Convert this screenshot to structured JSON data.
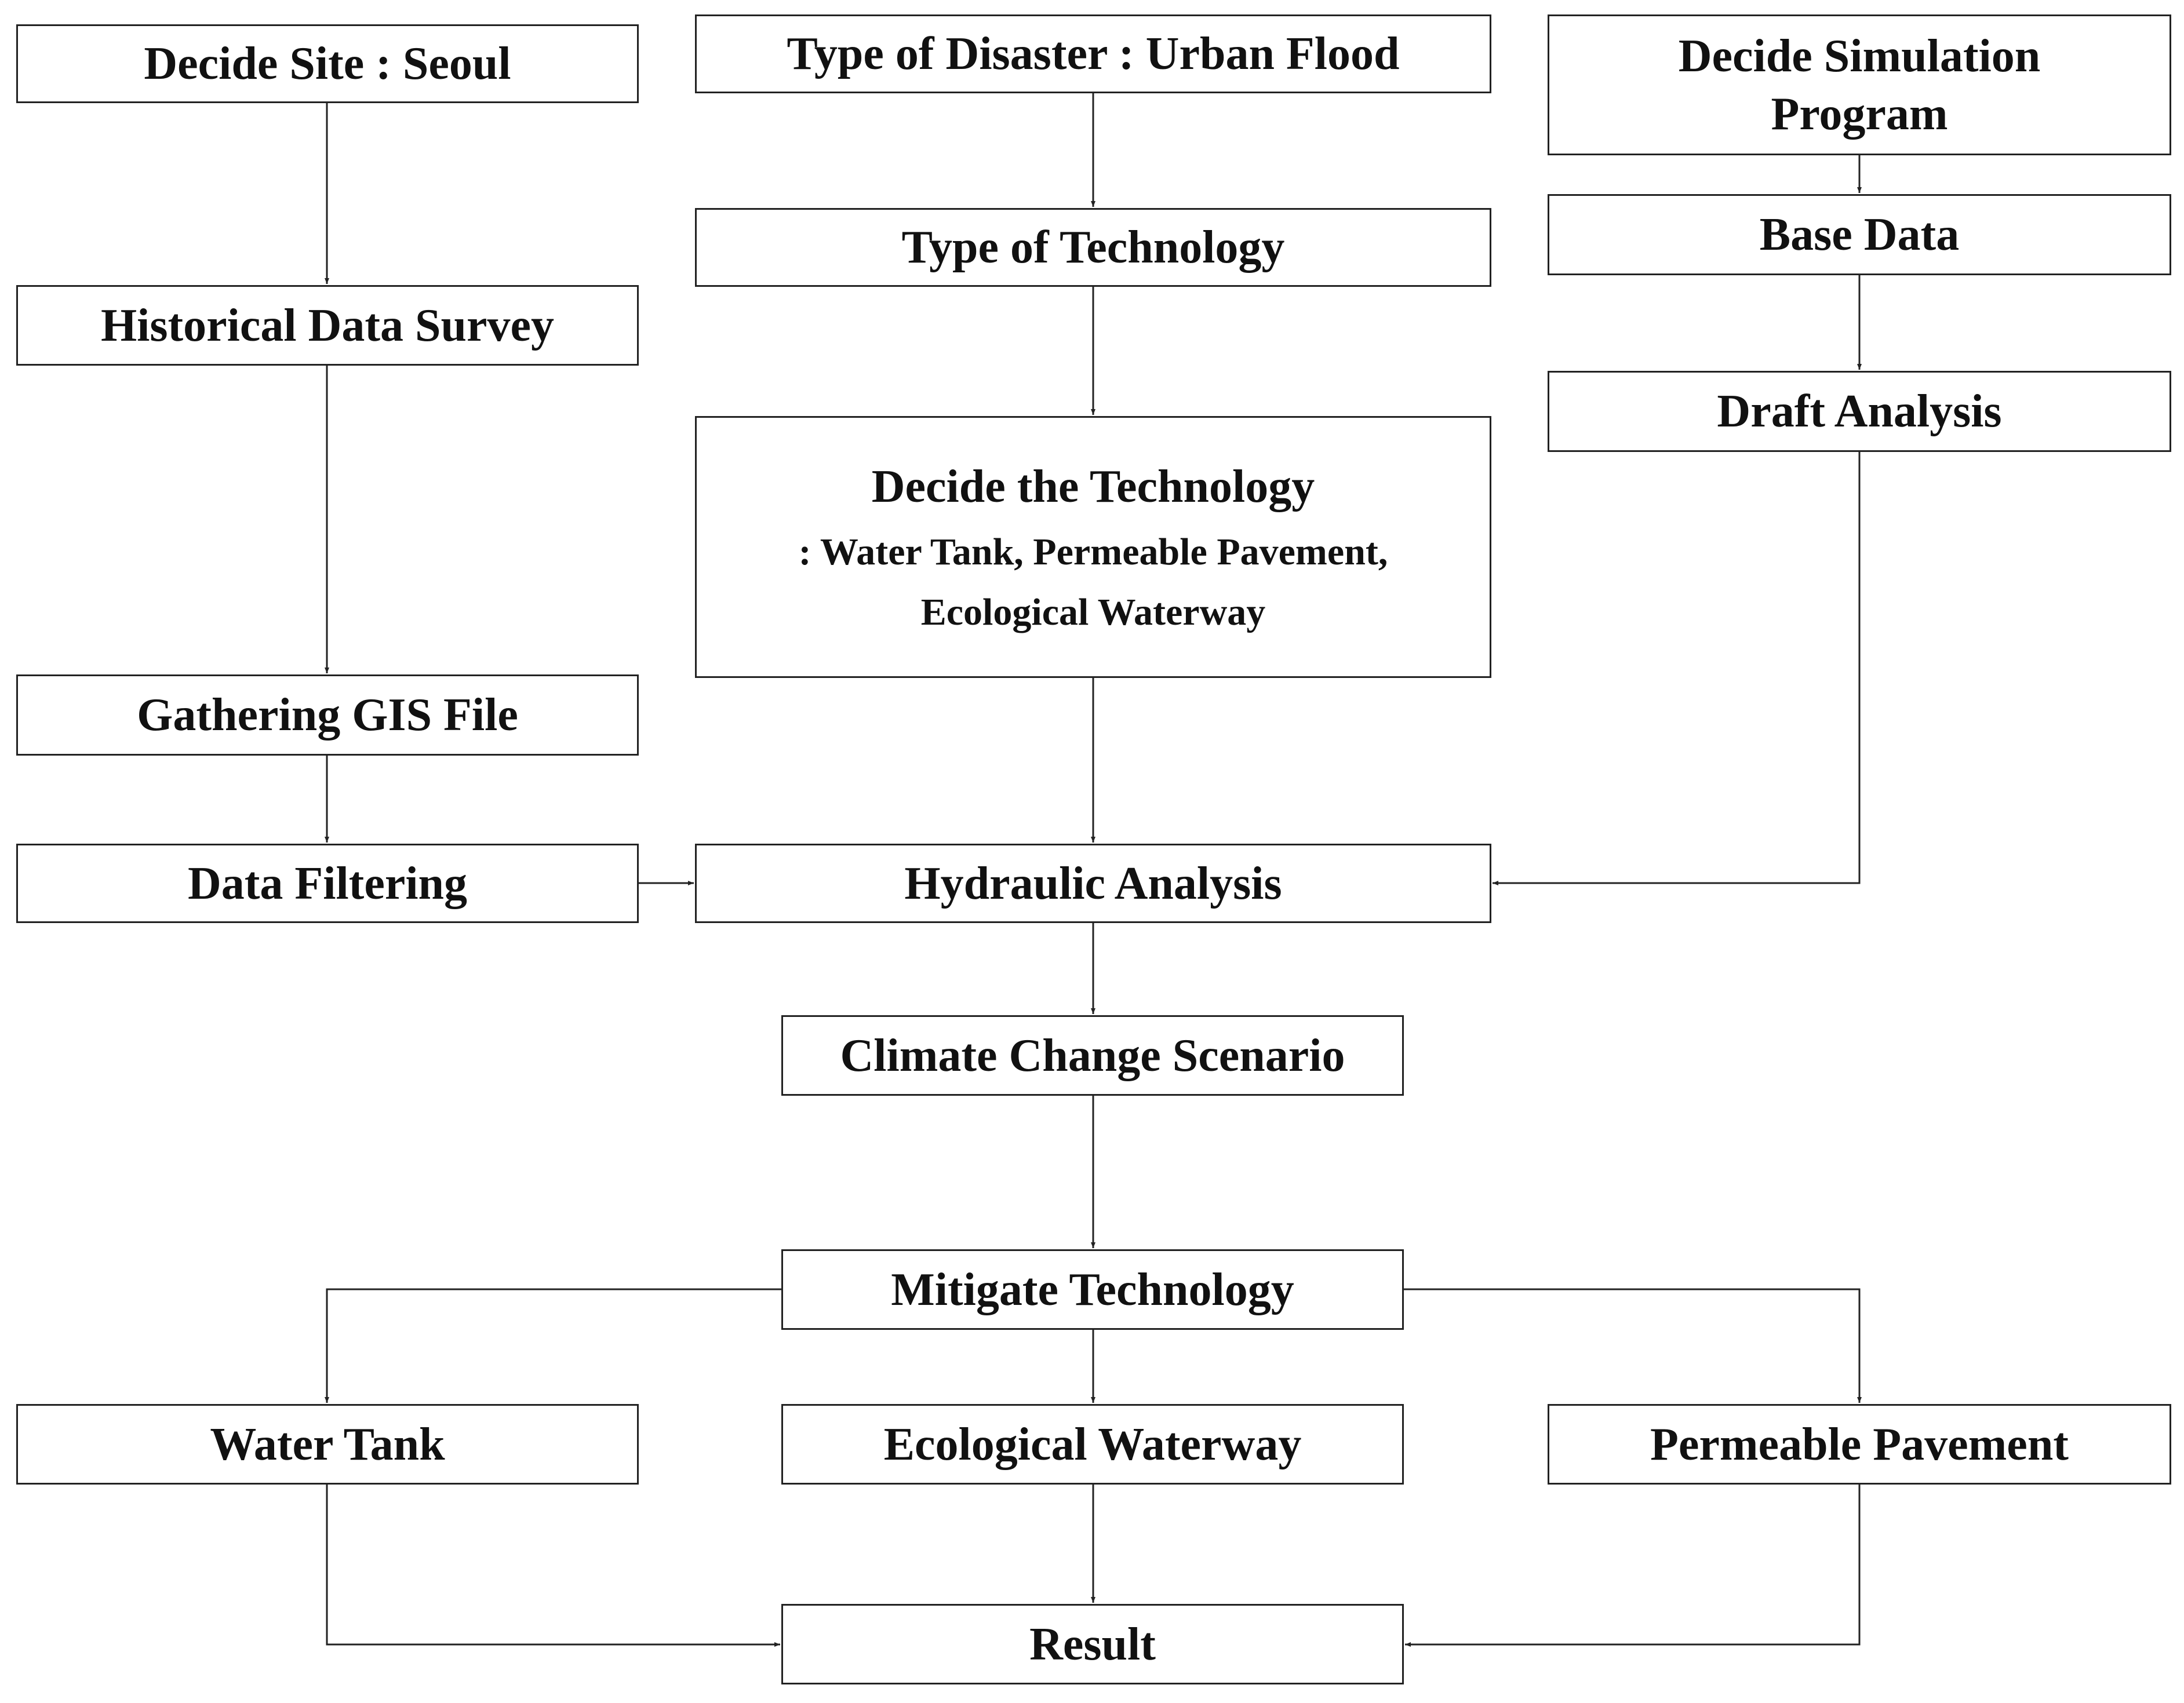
{
  "nodes": {
    "decide_site": "Decide Site : Seoul",
    "type_of_disaster": "Type of Disaster : Urban Flood",
    "decide_simulation_program": "Decide Simulation Program",
    "historical_data_survey": "Historical Data Survey",
    "type_of_technology": "Type of Technology",
    "base_data": "Base Data",
    "draft_analysis": "Draft Analysis",
    "decide_the_technology": {
      "title": "Decide the Technology",
      "line1": ": Water Tank, Permeable Pavement,",
      "line2": "Ecological Waterway"
    },
    "gathering_gis_file": "Gathering GIS File",
    "data_filtering": "Data Filtering",
    "hydraulic_analysis": "Hydraulic Analysis",
    "climate_change_scenario": "Climate Change Scenario",
    "mitigate_technology": "Mitigate Technology",
    "water_tank": "Water Tank",
    "ecological_waterway": "Ecological Waterway",
    "permeable_pavement": "Permeable Pavement",
    "result": "Result"
  },
  "colors": {
    "line": "#222222",
    "text": "#111111",
    "background": "#ffffff"
  }
}
